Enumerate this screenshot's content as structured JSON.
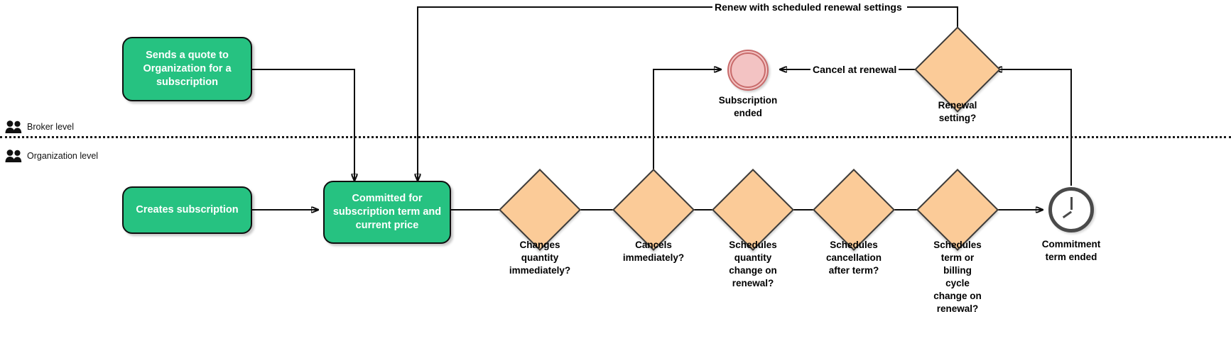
{
  "diagram": {
    "title": "Subscription lifecycle BPMN",
    "colors": {
      "task_fill": "#26c281",
      "gateway_fill": "#fbcb98",
      "end_event_fill": "#f3c3c3",
      "end_event_stroke": "#c86b6b",
      "timer_stroke": "#4a4a4a",
      "connector": "#0d0d0d",
      "task_text": "#ffffff"
    }
  },
  "lanes": [
    {
      "id": "broker",
      "label": "Broker level",
      "icon": "people-icon"
    },
    {
      "id": "organization",
      "label": "Organization level",
      "icon": "people-icon"
    }
  ],
  "tasks": [
    {
      "id": "send-quote",
      "label": "Sends a quote to\nOrganization for a\nsubscription"
    },
    {
      "id": "creates-subscription",
      "label": "Creates subscription"
    },
    {
      "id": "committed",
      "label": "Committed for\nsubscription term and\ncurrent price"
    }
  ],
  "gateways": [
    {
      "id": "renewal-setting",
      "label": "Renewal\nsetting?"
    },
    {
      "id": "changes-quantity",
      "label": "Changes\nquantity\nimmediately?"
    },
    {
      "id": "cancels-immediately",
      "label": "Cancels\nimmediately?"
    },
    {
      "id": "schedules-quantity-change",
      "label": "Schedules\nquantity\nchange on\nrenewal?"
    },
    {
      "id": "schedules-cancellation",
      "label": "Schedules\ncancellation\nafter term?"
    },
    {
      "id": "schedules-term-change",
      "label": "Schedules\nterm or\nbilling\ncycle\nchange on\nrenewal?"
    }
  ],
  "events": [
    {
      "id": "subscription-ended",
      "type": "end",
      "label": "Subscription\nended"
    },
    {
      "id": "commitment-term-ended",
      "type": "timer",
      "label": "Commitment\nterm ended"
    }
  ],
  "edge_labels": [
    {
      "id": "renew-scheduled",
      "label": "Renew with scheduled renewal settings"
    },
    {
      "id": "cancel-at-renewal",
      "label": "Cancel at renewal"
    }
  ]
}
